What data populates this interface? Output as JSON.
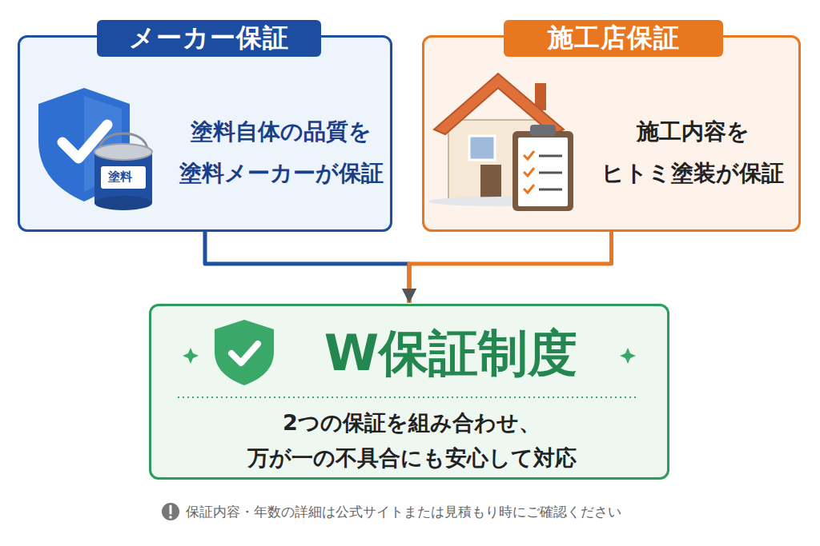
{
  "diagram": {
    "nodes": [
      {
        "text": [
          "メーカー保証",
          "塗料自体の品質を 塗料メーカーが保証"
        ]
      },
      {
        "text": [
          "施工店保証",
          "施工内容を ヒトミ塗装が保証"
        ]
      },
      {
        "text": [
          "W保証制度",
          "2つの保証を組み合わせ、 万が一の不具合にも安心して対応"
        ]
      }
    ],
    "edges": [
      {
        "from": 0,
        "to": 2,
        "arrow": "to"
      },
      {
        "from": 1,
        "to": 2,
        "arrow": "to"
      }
    ],
    "labels": [
      "塗料",
      "保証内容・年数の詳細は公式サイトまたは見積もり時にご確認ください"
    ]
  }
}
